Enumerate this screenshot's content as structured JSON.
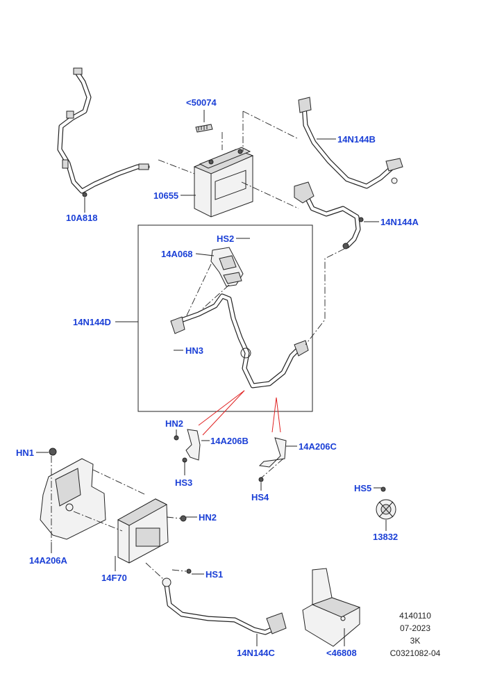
{
  "labels": {
    "p50074": "<50074",
    "p14N144B": "14N144B",
    "p10655": "10655",
    "p10A818": "10A818",
    "p14N144A": "14N144A",
    "pHS2": "HS2",
    "p14A068": "14A068",
    "p14N144D": "14N144D",
    "pHN3": "HN3",
    "pHN2a": "HN2",
    "p14A206B": "14A206B",
    "p14A206C": "14A206C",
    "pHS3": "HS3",
    "pHS4": "HS4",
    "pHN1": "HN1",
    "pHS5": "HS5",
    "p13832": "13832",
    "pHN2b": "HN2",
    "p14A206A": "14A206A",
    "p14F70": "14F70",
    "pHS1": "HS1",
    "p14N144C": "14N144C",
    "p46808": "<46808"
  },
  "info": {
    "ref": "4140110",
    "date": "07-2023",
    "rev": "3K",
    "code": "C0321082-04"
  },
  "colors": {
    "label": "#1a3fd6",
    "line": "#222222",
    "red_leader": "#e02020"
  }
}
